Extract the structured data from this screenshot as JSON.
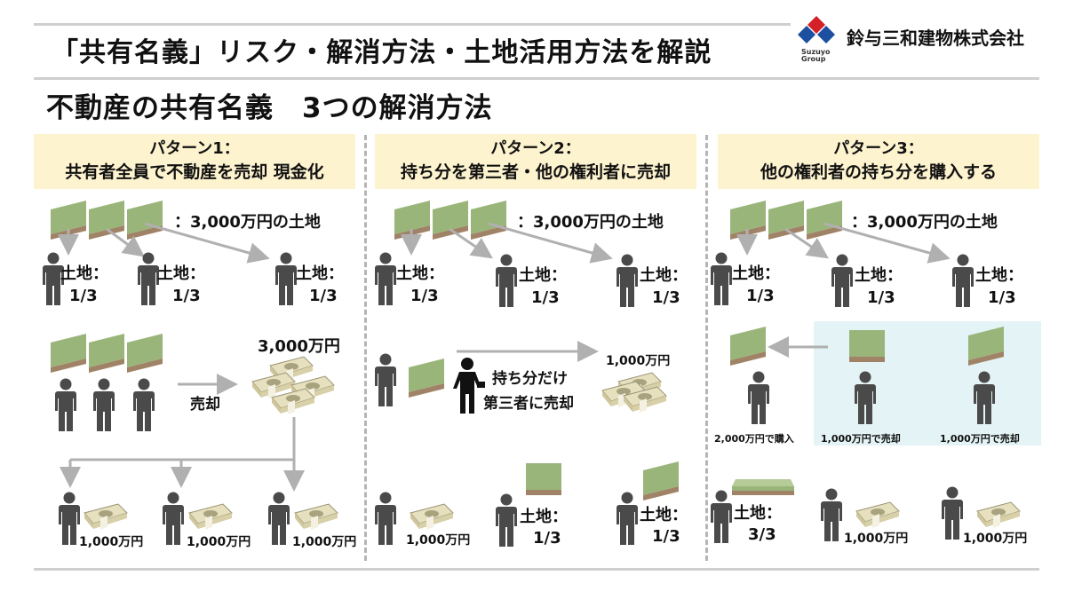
{
  "header": {
    "title": "「共有名義」リスク・解消方法・土地活用方法を解説",
    "subtitle": "不動産の共有名義　3つの解消方法",
    "company": "鈴与三和建物株式会社",
    "group_line1": "Suzuyo",
    "group_line2": "Group"
  },
  "colors": {
    "land_top": "#9ab57a",
    "land_side": "#7a9a5e",
    "soil": "#a08367",
    "person": "#4a4a4a",
    "header_bg": "#fdf3cf",
    "band_bg": "#e4f3f5",
    "arrow": "#b0b0b0"
  },
  "patterns": [
    {
      "title": "パターン1：",
      "desc": "共有者全員で不動産を売却 現金化",
      "land_label": "：3,000万円の土地",
      "share_label": "土地：",
      "share_value": "1/3",
      "price": "3,000万円",
      "action": "売却",
      "result_amount": "1,000万円"
    },
    {
      "title": "パターン2：",
      "desc": "持ち分を第三者・他の権利者に売却",
      "land_label": "：3,000万円の土地",
      "share_label": "土地：",
      "share_value": "1/3",
      "price": "1,000万円",
      "action_line1": "持ち分だけ",
      "action_line2": "第三者に売却",
      "result_amount": "1,000万円",
      "result_share_label": "土地：",
      "result_share_value": "1/3"
    },
    {
      "title": "パターン3：",
      "desc": "他の権利者の持ち分を購入する",
      "land_label": "：3,000万円の土地",
      "share_label": "土地：",
      "share_value": "1/3",
      "buy_label": "2,000万円で購入",
      "sell_label": "1,000万円で売却",
      "result_share_label": "土地：",
      "result_share_value": "3/3",
      "result_amount": "1,000万円"
    }
  ]
}
